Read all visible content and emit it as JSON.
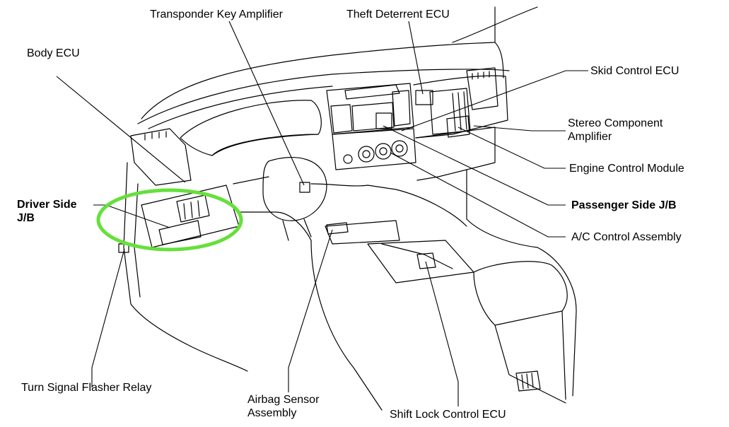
{
  "labels": {
    "transponder": "Transponder Key Amplifier",
    "theft": "Theft Deterrent ECU",
    "body_ecu": "Body ECU",
    "skid": "Skid Control ECU",
    "stereo_1": "Stereo Component",
    "stereo_2": "Amplifier",
    "engine": "Engine Control Module",
    "driver_1": "Driver Side",
    "driver_2": "J/B",
    "passenger": "Passenger Side J/B",
    "ac": "A/C Control Assembly",
    "turn": "Turn Signal Flasher Relay",
    "airbag_1": "Airbag Sensor",
    "airbag_2": "Assembly",
    "shift": "Shift Lock Control ECU"
  },
  "colors": {
    "highlight": "#66e03c",
    "line": "#000000"
  }
}
